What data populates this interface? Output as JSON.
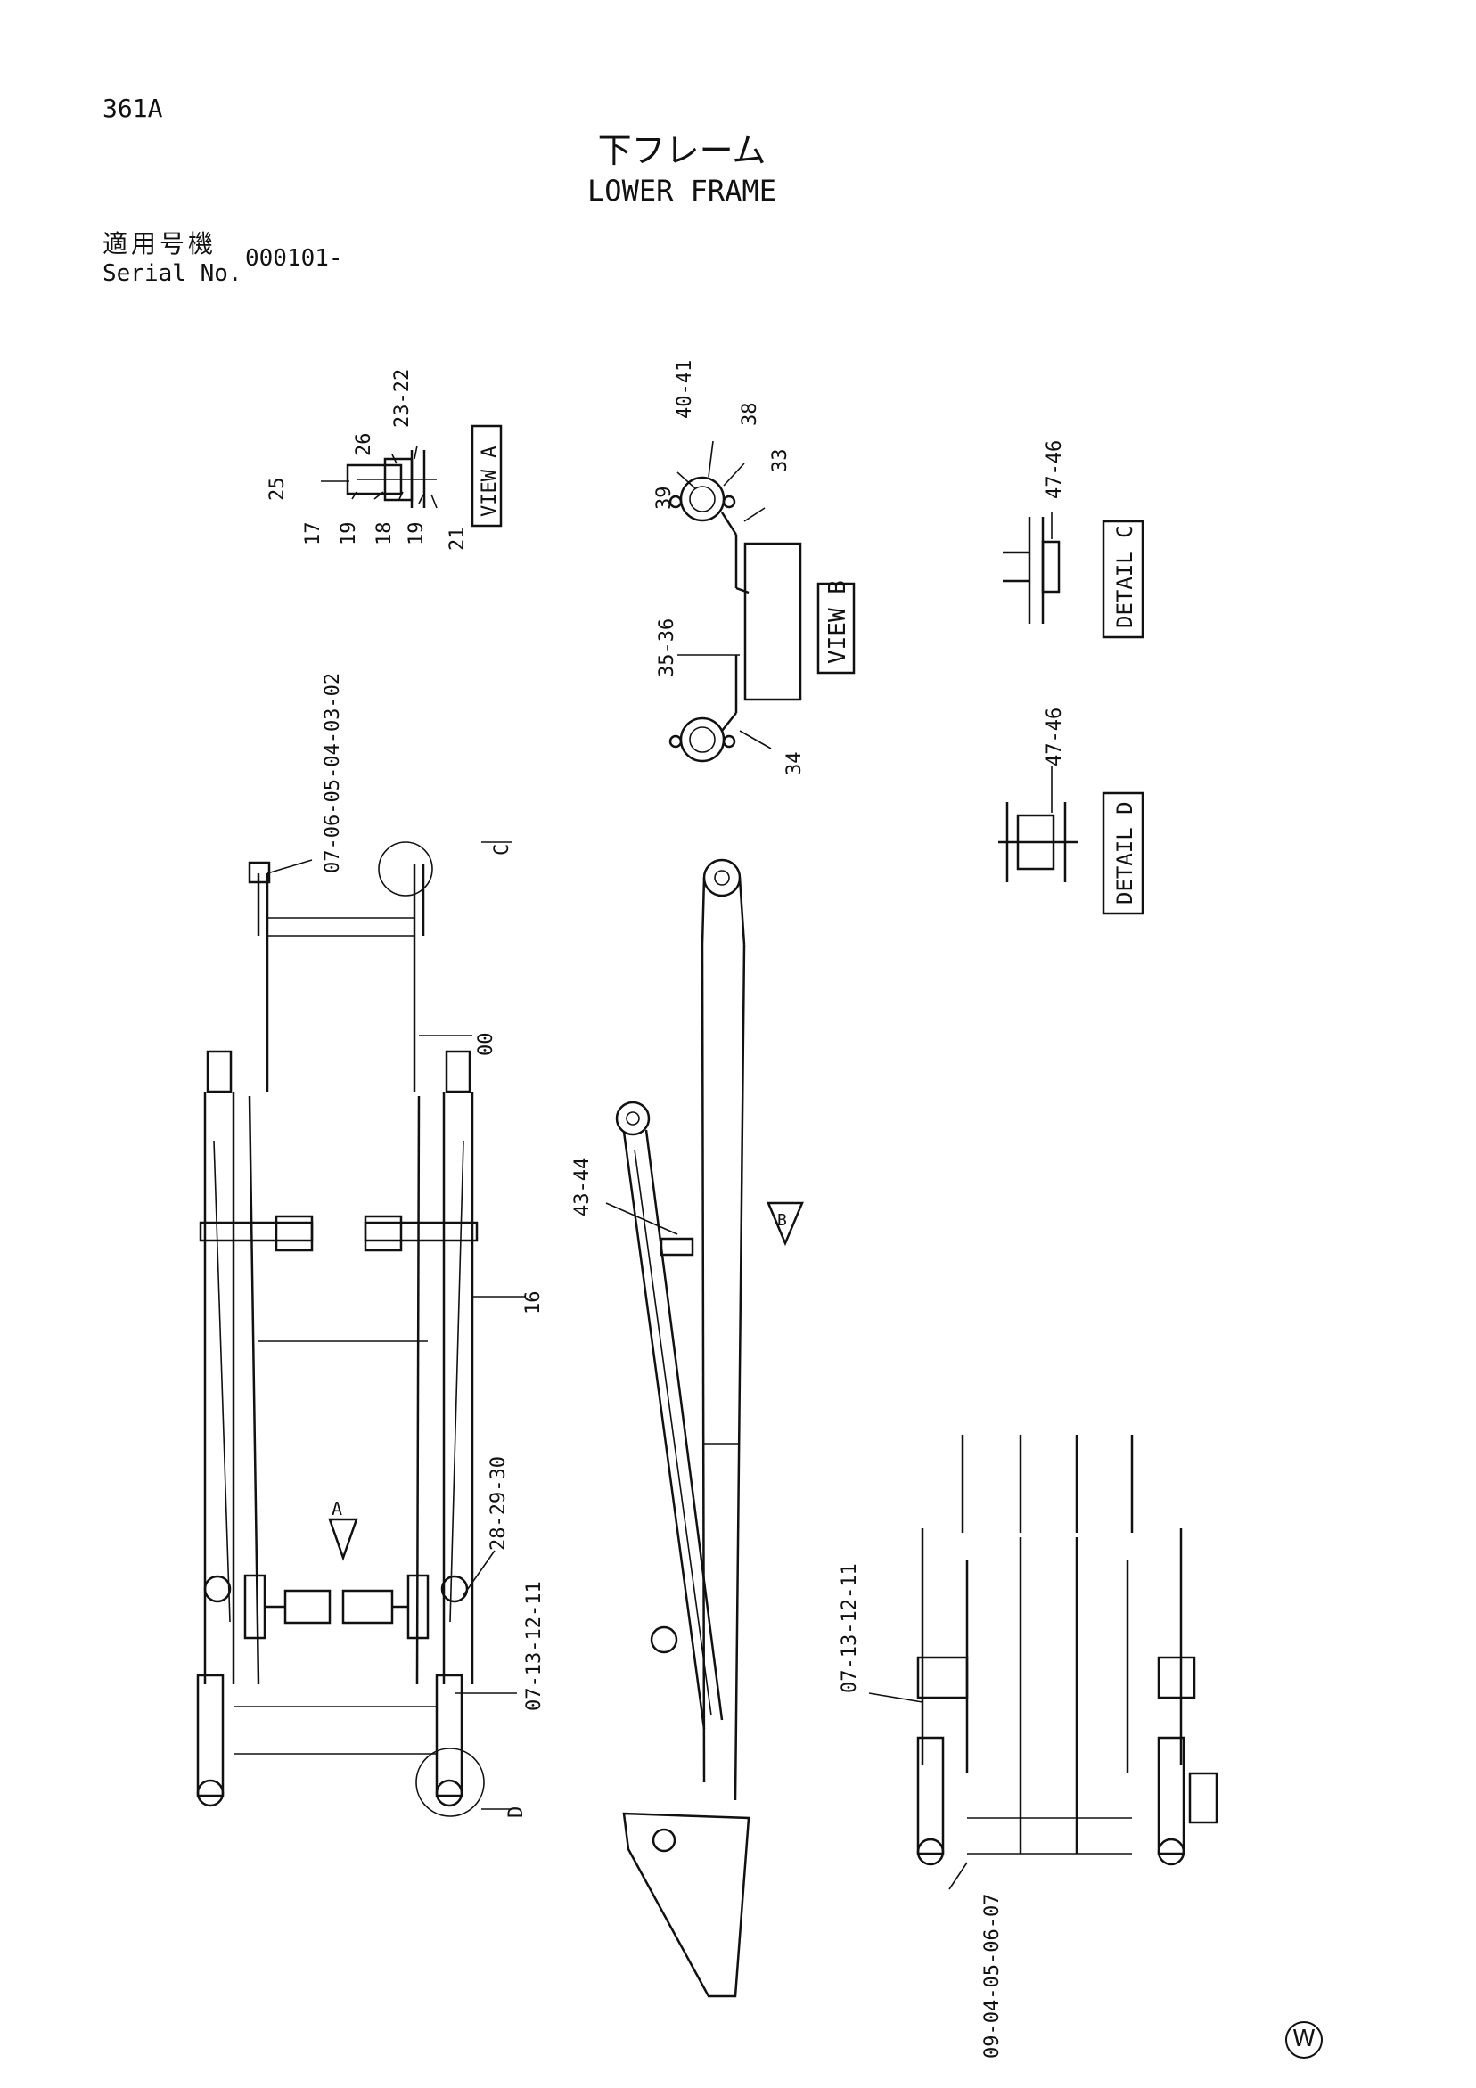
{
  "header": {
    "page_code": "361A",
    "title_jp": "下フレーム",
    "title_en": "LOWER FRAME",
    "serial_label_jp": "適用号機",
    "serial_label_en": "Serial No.",
    "serial_number": "000101-"
  },
  "views": {
    "view_a": "VIEW A",
    "view_b": "VIEW B",
    "detail_c": "DETAIL C",
    "detail_d": "DETAIL D"
  },
  "section_markers": {
    "a": "A",
    "b": "B",
    "c": "C",
    "d": "D"
  },
  "callouts": {
    "c25": "25",
    "c26": "26",
    "c23_22": "23-22",
    "c17": "17",
    "c19a": "19",
    "c18": "18",
    "c19b": "19",
    "c21": "21",
    "c39": "39",
    "c40_41": "40-41",
    "c38": "38",
    "c33": "33",
    "c35_36": "35-36",
    "c34": "34",
    "c47_46_c": "47-46",
    "c47_46_d": "47-46",
    "c07_06": "07-06-05-04-03-02",
    "c00": "00",
    "c16": "16",
    "c28_29_30": "28-29-30",
    "c07_13_left": "07-13-12-11",
    "c43_44": "43-44",
    "c07_13_right": "07-13-12-11",
    "c09_04": "09-04-05-06-07"
  },
  "footer": {
    "mark": "W"
  }
}
